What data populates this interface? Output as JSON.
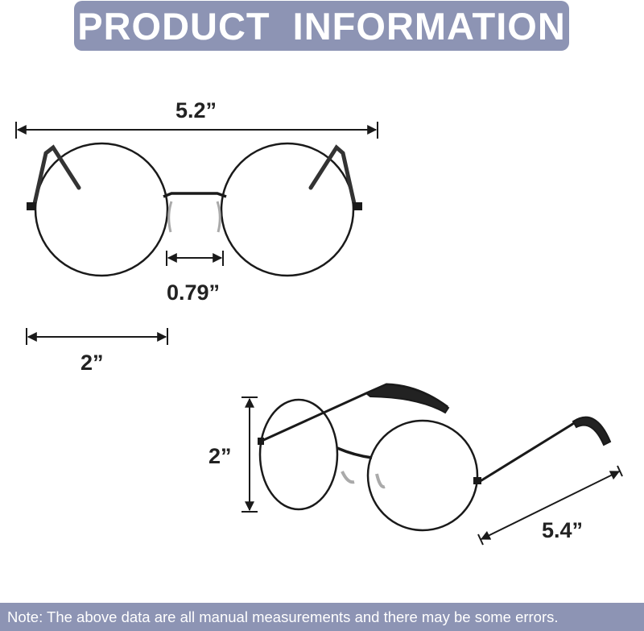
{
  "header": {
    "title": "PRODUCT INFORMATION"
  },
  "dimensions": {
    "total_width": "5.2”",
    "bridge_width": "0.79”",
    "lens_width": "2”",
    "lens_height": "2”",
    "temple_length": "5.4”"
  },
  "footer": {
    "note": "Note: The above data are all manual measurements and there may be some errors."
  },
  "colors": {
    "banner": "#8d94b4",
    "banner_text": "#ffffff",
    "frame": "#1a1a1a",
    "label_text": "#222222"
  }
}
